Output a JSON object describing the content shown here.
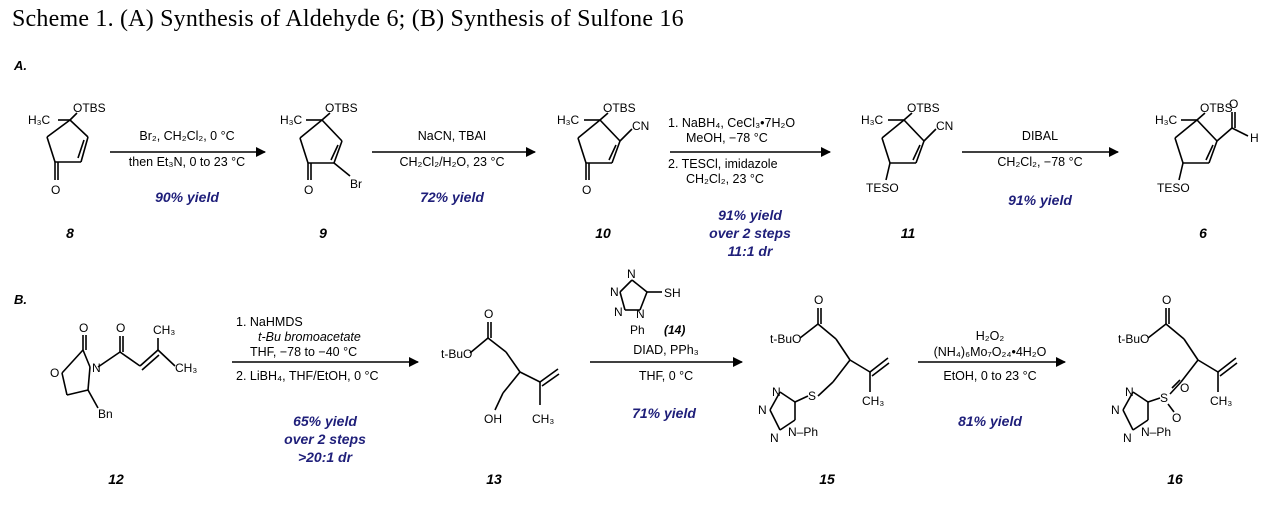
{
  "title": "Scheme 1. (A) Synthesis of Aldehyde 6; (B) Synthesis of Sulfone 16",
  "colors": {
    "yield_text": "#1f1f7a",
    "ink": "#000000"
  },
  "part_a": {
    "label": "A.",
    "compounds": [
      "8",
      "9",
      "10",
      "11",
      "6"
    ],
    "steps": [
      {
        "reagents": [
          "Br₂, CH₂Cl₂, 0 °C",
          "then Et₃N, 0 to 23 °C"
        ],
        "yield": [
          "90% yield"
        ]
      },
      {
        "reagents": [
          "NaCN, TBAI",
          "CH₂Cl₂/H₂O, 23 °C"
        ],
        "yield": [
          "72% yield"
        ]
      },
      {
        "reagents": [
          "1. NaBH₄, CeCl₃•7H₂O",
          "MeOH, −78 °C",
          "2. TESCl, imidazole",
          "CH₂Cl₂, 23 °C"
        ],
        "yield": [
          "91% yield",
          "over 2 steps",
          "11:1 dr"
        ]
      },
      {
        "reagents": [
          "DIBAL",
          "CH₂Cl₂, −78 °C"
        ],
        "yield": [
          "91% yield"
        ]
      }
    ]
  },
  "part_b": {
    "label": "B.",
    "compounds": [
      "12",
      "13",
      "15",
      "16"
    ],
    "reagent_compound": "(14)",
    "steps": [
      {
        "reagents": [
          "1. NaHMDS",
          "t-Bu bromoacetate",
          "THF, −78 to −40 °C",
          "2. LiBH₄, THF/EtOH, 0 °C"
        ],
        "yield": [
          "65% yield",
          "over 2 steps",
          ">20:1 dr"
        ]
      },
      {
        "reagents": [
          "DIAD, PPh₃",
          "THF, 0 °C"
        ],
        "yield": [
          "71% yield"
        ]
      },
      {
        "reagents": [
          "H₂O₂",
          "(NH₄)₆Mo₇O₂₄•4H₂O",
          "EtOH, 0 to 23 °C"
        ],
        "yield": [
          "81% yield"
        ]
      }
    ]
  },
  "atoms": {
    "h3c": "H₃C",
    "otbs": "OTBS",
    "o": "O",
    "br": "Br",
    "cn": "CN",
    "teso": "TESO",
    "h": "H",
    "n": "N",
    "oh": "OH",
    "ch3": "CH₃",
    "bn": "Bn",
    "tbuo": "t-BuO",
    "s": "S",
    "sh": "SH",
    "ph": "Ph",
    "nph": "N–Ph"
  }
}
